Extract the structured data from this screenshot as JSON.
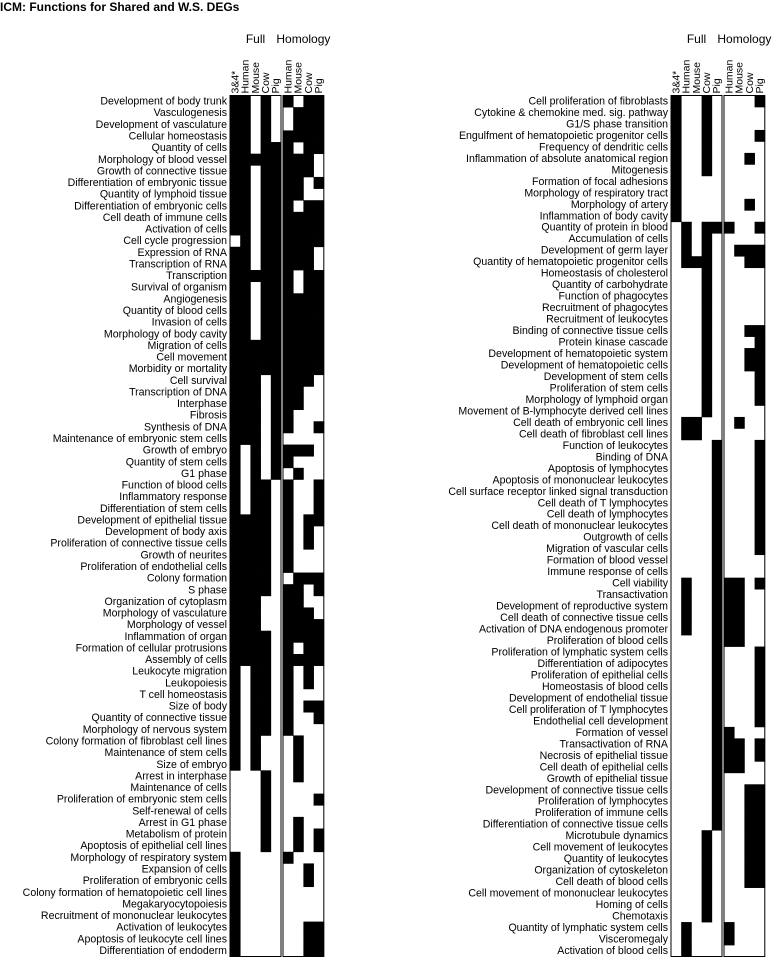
{
  "chart_data": {
    "type": "heatmap",
    "title": "ICM: Functions for Shared and W.S. DEGs",
    "group_labels": [
      "Full",
      "Homology"
    ],
    "columns": [
      "3&4*",
      "Human",
      "Mouse",
      "Cow",
      "Pig"
    ],
    "homology_columns": [
      "Human",
      "Mouse",
      "Cow",
      "Pig"
    ],
    "panels": [
      {
        "rows": [
          "Development of body trunk",
          "Vasculogenesis",
          "Development of vasculature",
          "Cellular homeostasis",
          "Quantity of cells",
          "Morphology of blood vessel",
          "Growth of connective tissue",
          "Differentiation of embryonic tissue",
          "Quantity of lymphoid tissue",
          "Differentiation of embryonic cells",
          "Cell death of immune cells",
          "Activation of cells",
          "Cell cycle progression",
          "Expression of RNA",
          "Transcription of RNA",
          "Transcription",
          "Survival of organism",
          "Angiogenesis",
          "Quantity of blood cells",
          "Invasion of cells",
          "Morphology of body cavity",
          "Migration of cells",
          "Cell movement",
          "Morbidity or mortality",
          "Cell survival",
          "Transcription of DNA",
          "Interphase",
          "Fibrosis",
          "Synthesis of DNA",
          "Maintenance of embryonic stem cells",
          "Growth of embryo",
          "Quantity of stem cells",
          "G1 phase",
          "Function of blood cells",
          "Inflammatory response",
          "Differentiation of stem cells",
          "Development of epithelial tissue",
          "Development of body axis",
          "Proliferation of connective tissue cells",
          "Growth of neurites",
          "Proliferation of endothelial cells",
          "Colony formation",
          "S phase",
          "Organization of cytoplasm",
          "Morphology of vasculature",
          "Morphology of vessel",
          "Inflammation of organ",
          "Formation of cellular protrusions",
          "Assembly of cells",
          "Leukocyte migration",
          "Leukopoiesis",
          "T cell homeostasis",
          "Size of body",
          "Quantity of connective tissue",
          "Morphology of nervous system",
          "Colony formation of fibroblast cell lines",
          "Maintenance of stem cells",
          "Size of embryo",
          "Arrest in interphase",
          "Maintenance of cells",
          "Proliferation of embryonic stem cells",
          "Self-renewal of cells",
          "Arrest in G1 phase",
          "Metabolism of protein",
          "Apoptosis of epithelial cell lines",
          "Morphology of respiratory system",
          "Expansion of cells",
          "Proliferation of embryonic cells",
          "Colony formation of hematopoietic cell lines",
          "Megakaryocytopoiesis",
          "Recruitment of mononuclear leukocytes",
          "Activation of leukocytes",
          "Apoptosis of leukocyte cell lines",
          "Differentiation of endoderm"
        ],
        "full": [
          "11010",
          "11010",
          "11010",
          "11010",
          "11011",
          "11111",
          "11011",
          "11011",
          "11011",
          "11011",
          "11011",
          "11011",
          "01011",
          "11011",
          "11011",
          "11111",
          "11011",
          "11011",
          "11011",
          "11011",
          "11011",
          "11111",
          "11111",
          "11111",
          "11101",
          "11101",
          "11101",
          "11101",
          "11101",
          "11101",
          "10101",
          "10101",
          "10101",
          "10110",
          "10110",
          "10110",
          "11110",
          "11110",
          "11110",
          "11110",
          "11110",
          "11110",
          "11110",
          "11100",
          "11100",
          "11100",
          "11110",
          "11110",
          "11110",
          "10110",
          "10110",
          "10110",
          "10110",
          "10110",
          "10110",
          "10100",
          "10100",
          "10100",
          "00010",
          "00010",
          "00010",
          "00010",
          "00010",
          "00010",
          "00010",
          "10000",
          "10000",
          "10000",
          "10000",
          "10000",
          "10000",
          "10000",
          "10000",
          "10000"
        ],
        "homology": [
          "1011",
          "0111",
          "0111",
          "1111",
          "1011",
          "1110",
          "1110",
          "1101",
          "1100",
          "1011",
          "1111",
          "1111",
          "1111",
          "1110",
          "1110",
          "1011",
          "1011",
          "1111",
          "1111",
          "1111",
          "1111",
          "1111",
          "1111",
          "1111",
          "1110",
          "1100",
          "1100",
          "1000",
          "1001",
          "0000",
          "1110",
          "1000",
          "0100",
          "1001",
          "1001",
          "1001",
          "1011",
          "1010",
          "1010",
          "1000",
          "1000",
          "0111",
          "1101",
          "1100",
          "1110",
          "1111",
          "1111",
          "1011",
          "1111",
          "1010",
          "1010",
          "1000",
          "1011",
          "1001",
          "1000",
          "0100",
          "0100",
          "0100",
          "0100",
          "0000",
          "0001",
          "0000",
          "0100",
          "0101",
          "0101",
          "1000",
          "0010",
          "0010",
          "0000",
          "0000",
          "0000",
          "0011",
          "0011",
          "0011"
        ]
      },
      {
        "rows": [
          "Cell proliferation of fibroblasts",
          "Cytokine & chemokine med. sig. pathway",
          "G1/S phase transition",
          "Engulfment of hematopoietic progenitor cells",
          "Frequency of dendritic cells",
          "Inflammation of absolute anatomical region",
          "Mitogenesis",
          "Formation of focal adhesions",
          "Morphology of respiratory tract",
          "Morphology of artery",
          "Inflammation of body cavity",
          "Quantity of protein in blood",
          "Accumulation of cells",
          "Development of germ layer",
          "Quantity of hematopoietic progenitor cells",
          "Homeostasis of cholesterol",
          "Quantity of carbohydrate",
          "Function of phagocytes",
          "Recruitment of phagocytes",
          "Recruitment of leukocytes",
          "Binding of connective tissue cells",
          "Protein kinase cascade",
          "Development of hematopoietic system",
          "Development of hematopoietic cells",
          "Development of stem cells",
          "Proliferation of stem cells",
          "Morphology of lymphoid organ",
          "Movement of B-lymphocyte derived cell lines",
          "Cell death of embryonic cell lines",
          "Cell death of fibroblast cell lines",
          "Function of leukocytes",
          "Binding of DNA",
          "Apoptosis of lymphocytes",
          "Apoptosis of mononuclear leukocytes",
          "Cell surface receptor linked signal transduction",
          "Cell death of T lymphocytes",
          "Cell death of lymphocytes",
          "Cell death of mononuclear leukocytes",
          "Outgrowth of cells",
          "Migration of vascular cells",
          "Formation of blood vessel",
          "Immune response of cells",
          "Cell viability",
          "Transactivation",
          "Development of reproductive system",
          "Cell death of connective tissue cells",
          "Activation of DNA endogenous promoter",
          "Proliferation of blood cells",
          "Proliferation of lymphatic system cells",
          "Differentiation of adipocytes",
          "Proliferation of epithelial cells",
          "Homeostasis of blood cells",
          "Development of endothelial tissue",
          "Cell proliferation of T lymphocytes",
          "Endothelial cell development",
          "Formation of vessel",
          "Transactivation of RNA",
          "Necrosis of epithelial tissue",
          "Cell death of epithelial cells",
          "Growth of epithelial tissue",
          "Development of connective tissue cells",
          "Proliferation of lymphocytes",
          "Proliferation of immune cells",
          "Differentiation of connective tissue cells",
          "Microtubule dynamics",
          "Cell movement of leukocytes",
          "Quantity of leukocytes",
          "Organization of cytoskeleton",
          "Cell death of blood cells",
          "Cell movement of mononuclear leukocytes",
          "Homing of cells",
          "Chemotaxis",
          "Quantity of lymphatic system cells",
          "Visceromegaly",
          "Activation of blood cells"
        ],
        "full": [
          "10010",
          "10010",
          "10010",
          "10010",
          "10010",
          "10010",
          "10010",
          "10000",
          "10000",
          "10000",
          "10000",
          "01011",
          "01010",
          "01010",
          "01110",
          "00010",
          "00010",
          "00010",
          "00010",
          "00010",
          "00010",
          "00010",
          "00010",
          "00010",
          "00010",
          "00010",
          "00010",
          "00010",
          "01100",
          "01100",
          "00001",
          "00001",
          "00001",
          "00001",
          "00001",
          "00001",
          "00001",
          "00001",
          "00001",
          "00001",
          "00001",
          "00001",
          "01001",
          "01001",
          "01001",
          "01001",
          "01001",
          "00001",
          "00001",
          "00001",
          "00001",
          "00001",
          "00001",
          "00001",
          "00001",
          "00001",
          "00001",
          "00001",
          "00001",
          "00001",
          "00001",
          "00001",
          "00001",
          "00001",
          "00010",
          "00010",
          "00010",
          "00010",
          "00010",
          "00010",
          "00010",
          "00010",
          "01000",
          "01000",
          "01000"
        ],
        "homology": [
          "0001",
          "0000",
          "0000",
          "0001",
          "0000",
          "0010",
          "0000",
          "0000",
          "0000",
          "0010",
          "0000",
          "1001",
          "0000",
          "0111",
          "0011",
          "0000",
          "0000",
          "0000",
          "0000",
          "0000",
          "0011",
          "0001",
          "0011",
          "0011",
          "0001",
          "0001",
          "0001",
          "0000",
          "0100",
          "0000",
          "0001",
          "0001",
          "0001",
          "0001",
          "0001",
          "0001",
          "0001",
          "0001",
          "0001",
          "0001",
          "0000",
          "0000",
          "1101",
          "1100",
          "1100",
          "1100",
          "1100",
          "1100",
          "0001",
          "0001",
          "0001",
          "0001",
          "0001",
          "0001",
          "0001",
          "1000",
          "1101",
          "1101",
          "1100",
          "0000",
          "0011",
          "0011",
          "0011",
          "0011",
          "0011",
          "0011",
          "0011",
          "0011",
          "0011",
          "0000",
          "0000",
          "0000",
          "1000",
          "1000",
          "0000"
        ]
      }
    ]
  }
}
